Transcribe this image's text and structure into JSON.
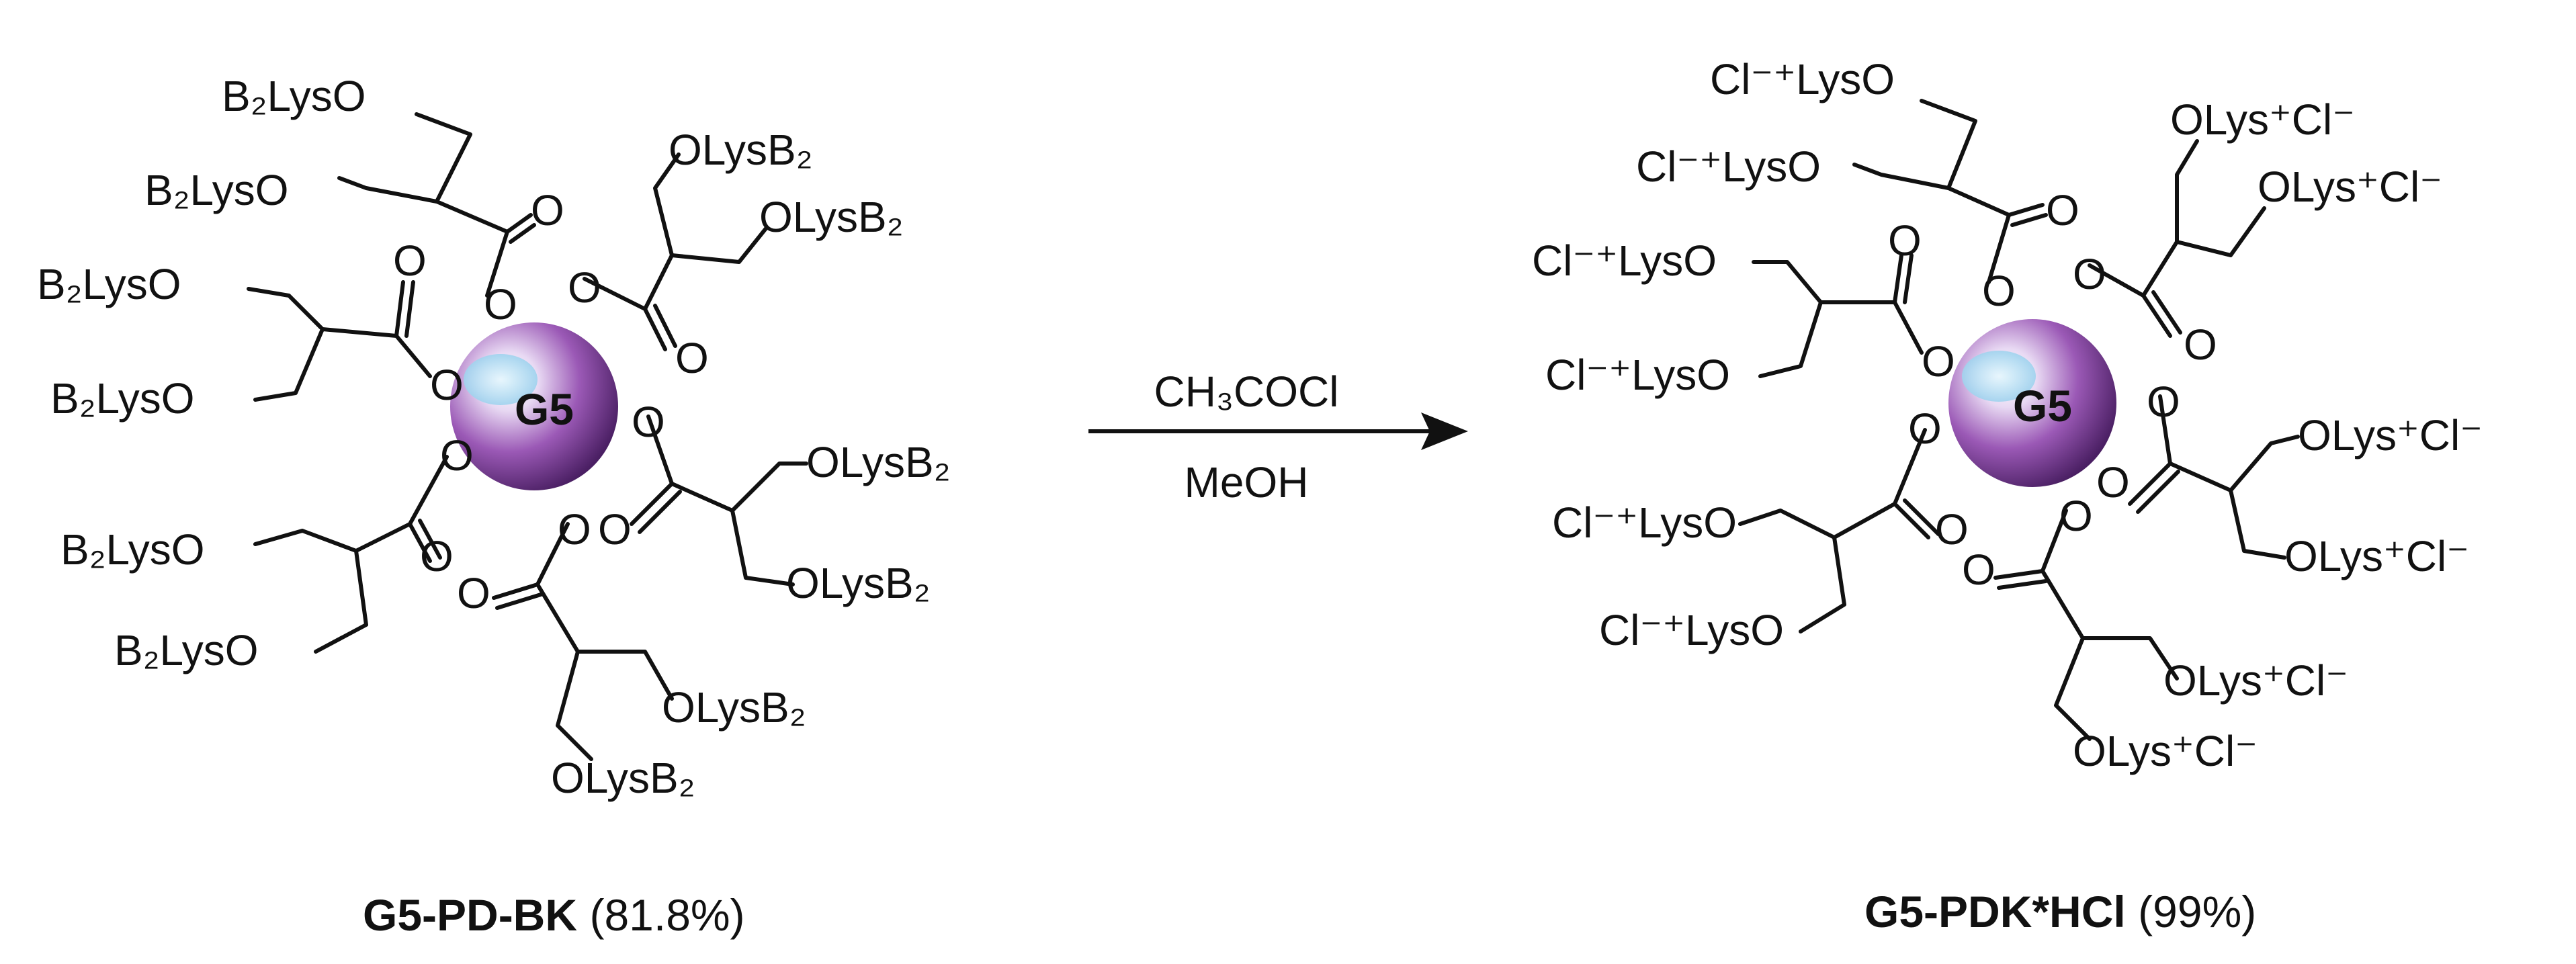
{
  "reactant": {
    "core": "G5",
    "arms": [
      "B₂LysO",
      "B₂LysO",
      "OLysB₂",
      "OLysB₂",
      "B₂LysO",
      "B₂LysO",
      "OLysB₂",
      "OLysB₂",
      "B₂LysO",
      "B₂LysO",
      "OLysB₂",
      "OLysB₂"
    ],
    "name": "G5-PD-BK",
    "yield": "(81.8%)"
  },
  "reaction": {
    "reagent_top": "CH₃COCl",
    "reagent_bottom": "MeOH"
  },
  "product": {
    "core": "G5",
    "arms": [
      "Cl⁻⁺LysO",
      "Cl⁻⁺LysO",
      "OLys⁺Cl⁻",
      "OLys⁺Cl⁻",
      "Cl⁻⁺LysO",
      "Cl⁻⁺LysO",
      "OLys⁺Cl⁻",
      "OLys⁺Cl⁻",
      "Cl⁻⁺LysO",
      "Cl⁻⁺LysO",
      "OLys⁺Cl⁻",
      "OLys⁺Cl⁻"
    ],
    "name": "G5-PDK*HCl",
    "yield": "(99%)"
  },
  "colors": {
    "core_dark": "#6a2f86",
    "core_mid": "#9b59b6",
    "core_light": "#e8d9f3",
    "core_highlight": "#bfe3f5",
    "ink": "#111111"
  }
}
